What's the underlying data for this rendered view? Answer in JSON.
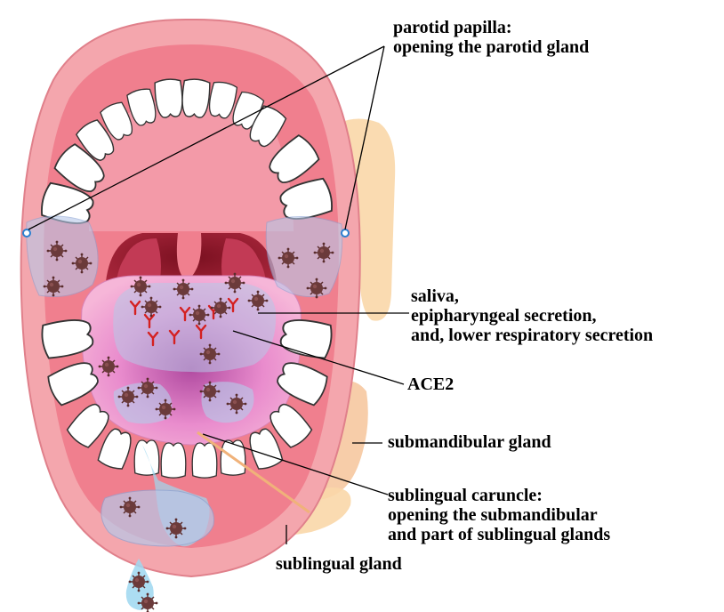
{
  "labels": {
    "parotid": [
      "parotid papilla:",
      "opening the parotid gland"
    ],
    "saliva": [
      "saliva,",
      "epipharyngeal secretion,",
      "and, lower respiratory secretion"
    ],
    "ace2": [
      "ACE2"
    ],
    "submandibular": [
      "submandibular gland"
    ],
    "caruncle": [
      "sublingual caruncle:",
      "opening the submandibular",
      "and part of sublingual glands"
    ],
    "sublingual": [
      "sublingual gland"
    ]
  },
  "colors": {
    "lip": "#f4a6ad",
    "lip_edge": "#e8828d",
    "mouth_inner": "#d9485e",
    "tongue": "#f3a0c8",
    "tongue_center": "#c65aa8",
    "gland": "#f9d7a9",
    "saliva_pool": "#b7c8e8",
    "virus": "#6b3a3a",
    "ace2": "#d42020",
    "papilla": "#2a80d0",
    "tooth": "#ffffff",
    "leader_line": "#000000"
  }
}
